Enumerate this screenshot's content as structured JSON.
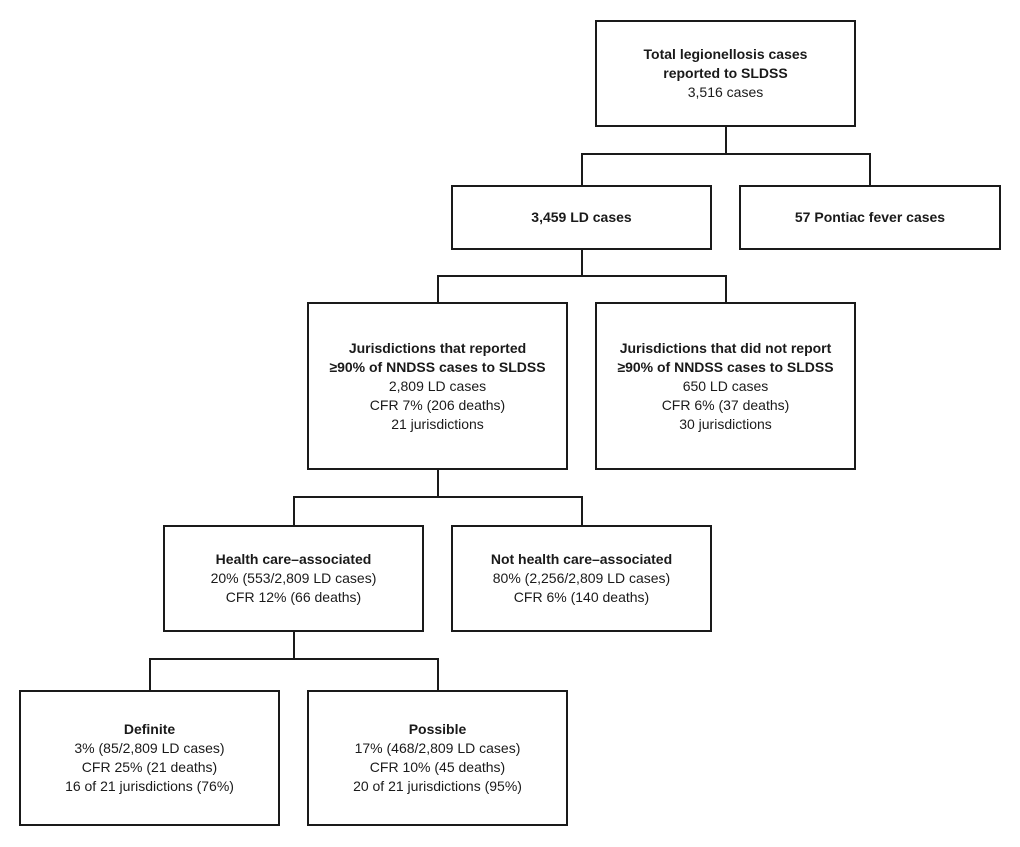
{
  "nodes": {
    "total": {
      "title": [
        "Total legionellosis cases",
        "reported to SLDSS"
      ],
      "lines": [
        "3,516 cases"
      ]
    },
    "ld": {
      "title": [
        "3,459 LD cases"
      ],
      "lines": []
    },
    "pontiac": {
      "title": [
        "57 Pontiac fever cases"
      ],
      "lines": []
    },
    "reported": {
      "title": [
        "Jurisdictions that reported",
        "≥90% of NNDSS cases to SLDSS"
      ],
      "lines": [
        "2,809 LD cases",
        "CFR 7% (206 deaths)",
        "21 jurisdictions"
      ]
    },
    "not_reported": {
      "title": [
        "Jurisdictions that did not report",
        "≥90% of NNDSS cases to SLDSS"
      ],
      "lines": [
        "650 LD cases",
        "CFR 6% (37 deaths)",
        "30 jurisdictions"
      ]
    },
    "health_care": {
      "title": [
        "Health care–associated"
      ],
      "lines": [
        "20% (553/2,809 LD cases)",
        "CFR 12% (66 deaths)"
      ]
    },
    "not_health_care": {
      "title": [
        "Not health care–associated"
      ],
      "lines": [
        "80% (2,256/2,809 LD cases)",
        "CFR 6% (140 deaths)"
      ]
    },
    "definite": {
      "title": [
        "Definite"
      ],
      "lines": [
        "3% (85/2,809 LD cases)",
        "CFR 25% (21 deaths)",
        "16 of 21 jurisdictions (76%)"
      ]
    },
    "possible": {
      "title": [
        "Possible"
      ],
      "lines": [
        "17% (468/2,809 LD cases)",
        "CFR 10% (45 deaths)",
        "20 of 21 jurisdictions (95%)"
      ]
    }
  }
}
